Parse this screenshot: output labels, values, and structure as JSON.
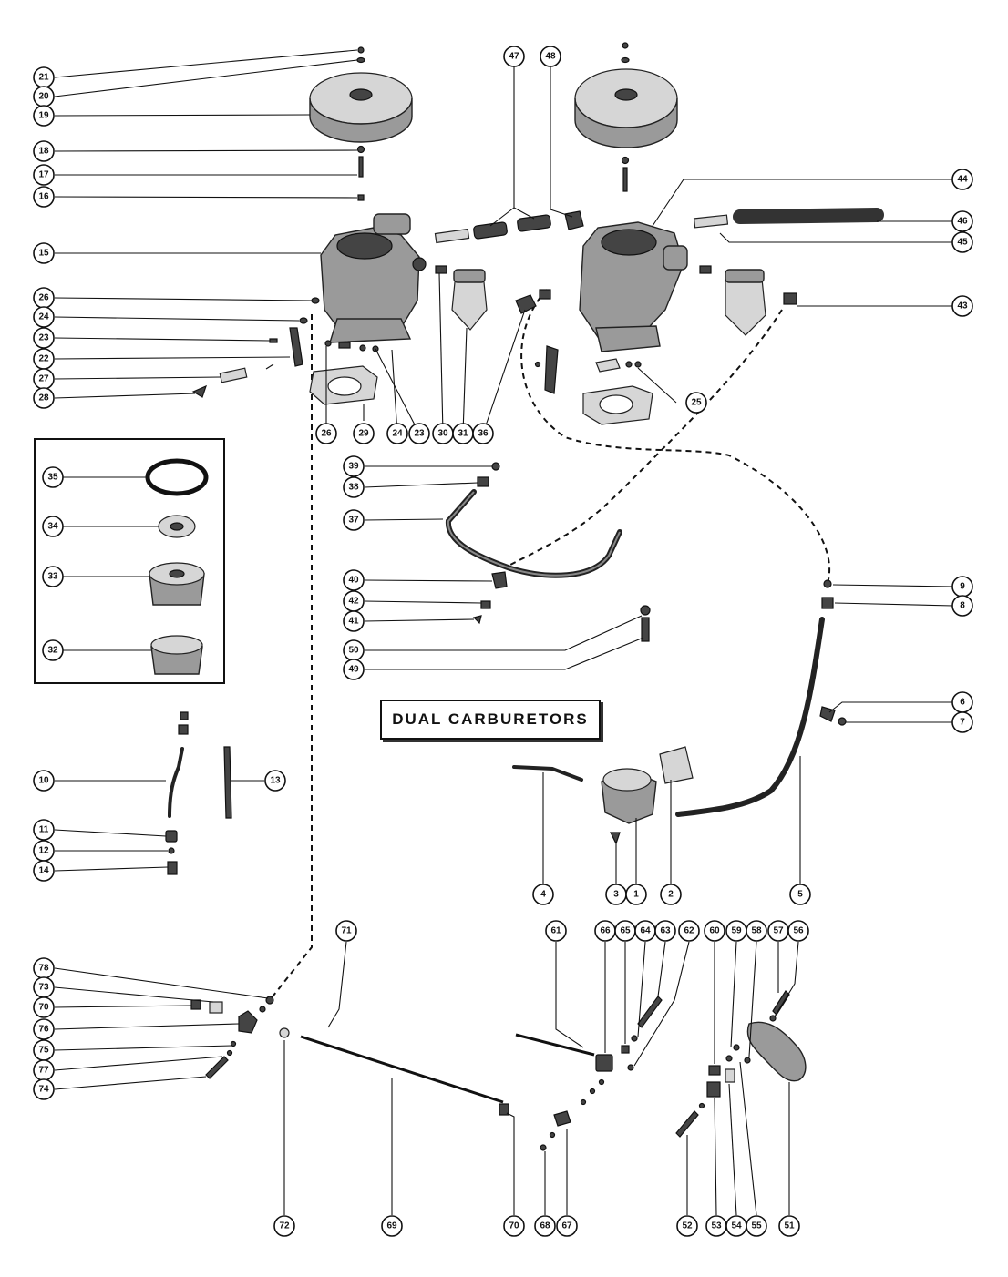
{
  "title": "DUAL CARBURETORS",
  "callouts": [
    "21",
    "20",
    "19",
    "18",
    "17",
    "16",
    "15",
    "26",
    "24",
    "23",
    "22",
    "27",
    "28",
    "35",
    "34",
    "33",
    "32",
    "10",
    "11",
    "12",
    "14",
    "13",
    "78",
    "73",
    "70",
    "76",
    "75",
    "77",
    "74",
    "71",
    "72",
    "69",
    "47",
    "48",
    "44",
    "46",
    "45",
    "43",
    "25",
    "29",
    "30",
    "31",
    "36",
    "39",
    "38",
    "37",
    "40",
    "42",
    "41",
    "50",
    "49",
    "9",
    "8",
    "6",
    "7",
    "5",
    "4",
    "3",
    "1",
    "2",
    "61",
    "66",
    "65",
    "64",
    "63",
    "62",
    "60",
    "59",
    "58",
    "57",
    "56",
    "68",
    "67",
    "52",
    "53",
    "54",
    "55",
    "51"
  ]
}
